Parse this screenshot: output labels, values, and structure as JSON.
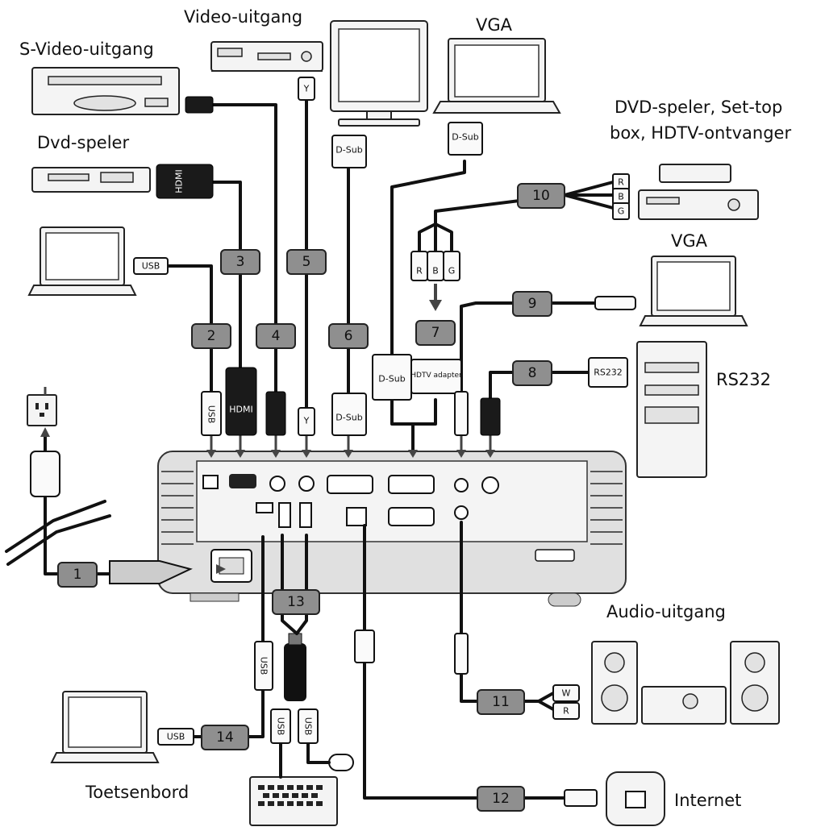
{
  "labels": {
    "video_out": "Video-uitgang",
    "svideo_out": "S-Video-uitgang",
    "vga_top": "VGA",
    "dvd_settop_1": "DVD-speler, Set-top",
    "dvd_settop_2": "box, HDTV-ontvanger",
    "dvd_player": "Dvd-speler",
    "vga_right": "VGA",
    "rs232": "RS232",
    "audio_out": "Audio-uitgang",
    "keyboard": "Toetsenbord",
    "internet": "Internet"
  },
  "badges": [
    "1",
    "2",
    "3",
    "4",
    "5",
    "6",
    "7",
    "8",
    "9",
    "10",
    "11",
    "12",
    "13",
    "14"
  ],
  "plug_text": {
    "usb": "USB",
    "hdmi": "HDMI",
    "dsub": "D-Sub",
    "hdtv_adapter": "HDTV adapter",
    "rs232": "RS232",
    "y": "Y",
    "r": "R",
    "b": "B",
    "g": "G",
    "w": "W"
  }
}
